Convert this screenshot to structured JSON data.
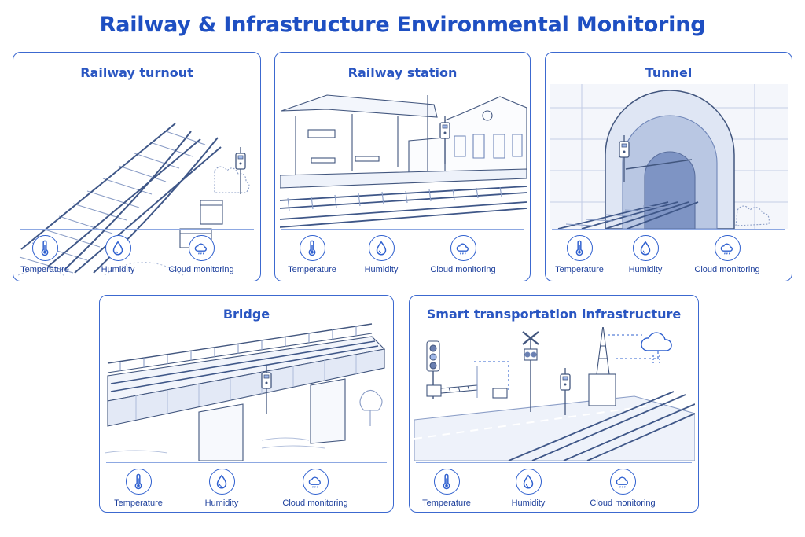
{
  "title": "Railway & Infrastructure Environmental Monitoring",
  "colors": {
    "accent": "#1e4fc2",
    "border": "#3c69d0",
    "sketch": "#6f86b8"
  },
  "cards": [
    {
      "title": "Railway turnout",
      "illustration_icon": "railway-turnout-illustration",
      "features": [
        {
          "label": "Temperature",
          "icon": "thermometer-icon"
        },
        {
          "label": "Humidity",
          "icon": "water-drop-icon"
        },
        {
          "label": "Cloud monitoring",
          "icon": "cloud-rain-icon"
        }
      ]
    },
    {
      "title": "Railway station",
      "illustration_icon": "railway-station-illustration",
      "features": [
        {
          "label": "Temperature",
          "icon": "thermometer-icon"
        },
        {
          "label": "Humidity",
          "icon": "water-drop-icon"
        },
        {
          "label": "Cloud monitoring",
          "icon": "cloud-rain-icon"
        }
      ]
    },
    {
      "title": "Tunnel",
      "illustration_icon": "tunnel-illustration",
      "features": [
        {
          "label": "Temperature",
          "icon": "thermometer-icon"
        },
        {
          "label": "Humidity",
          "icon": "water-drop-icon"
        },
        {
          "label": "Cloud monitoring",
          "icon": "cloud-rain-icon"
        }
      ]
    },
    {
      "title": "Bridge",
      "illustration_icon": "bridge-illustration",
      "features": [
        {
          "label": "Temperature",
          "icon": "thermometer-icon"
        },
        {
          "label": "Humidity",
          "icon": "water-drop-icon"
        },
        {
          "label": "Cloud monitoring",
          "icon": "cloud-rain-icon"
        }
      ]
    },
    {
      "title": "Smart transportation infrastructure",
      "illustration_icon": "smart-infrastructure-illustration",
      "features": [
        {
          "label": "Temperature",
          "icon": "thermometer-icon"
        },
        {
          "label": "Humidity",
          "icon": "water-drop-icon"
        },
        {
          "label": "Cloud monitoring",
          "icon": "cloud-rain-icon"
        }
      ]
    }
  ]
}
